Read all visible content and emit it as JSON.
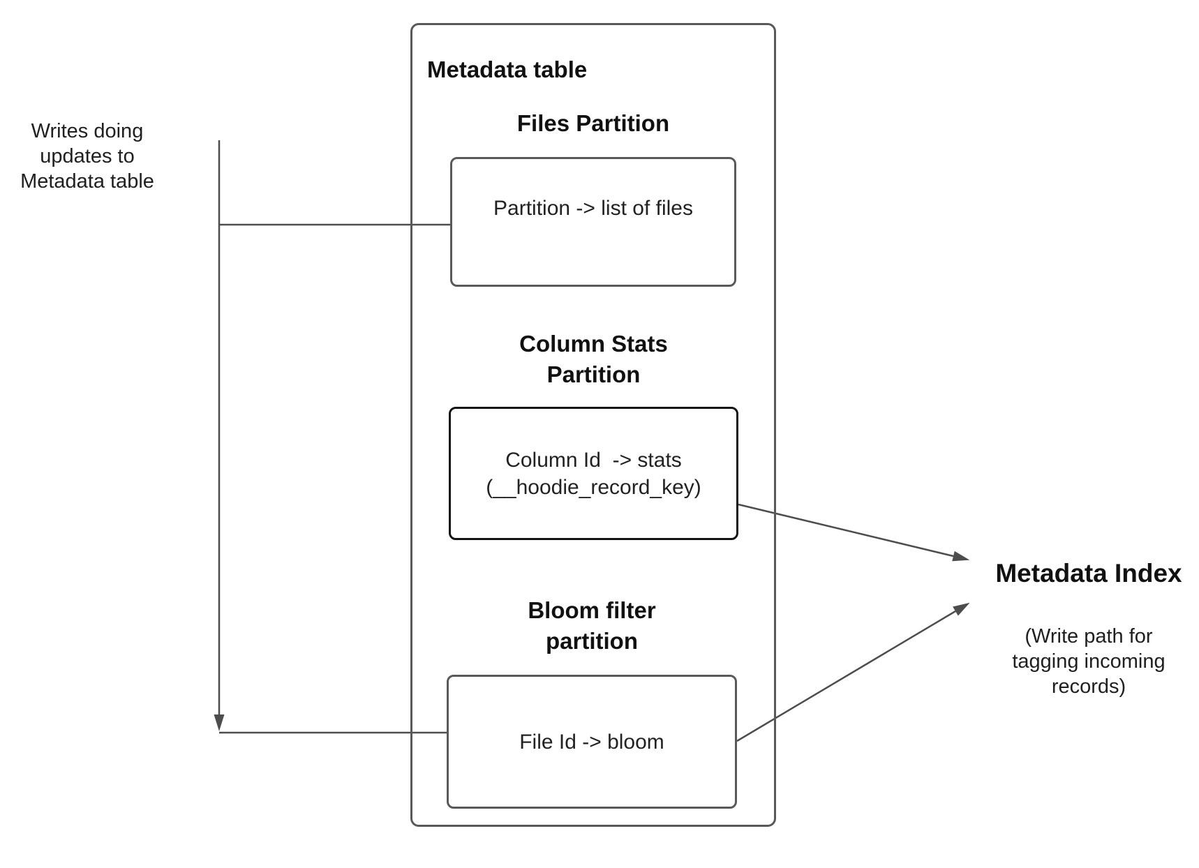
{
  "notes": {
    "writes_note": "Writes doing\nupdates to\nMetadata table"
  },
  "metadata_table": {
    "title": "Metadata table",
    "files_partition": {
      "heading": "Files Partition",
      "body": "Partition -> list of files"
    },
    "column_stats_partition": {
      "heading": "Column Stats\nPartition",
      "body": "Column Id  -> stats\n(__hoodie_record_key)"
    },
    "bloom_filter_partition": {
      "heading": "Bloom filter\npartition",
      "body": "File Id -> bloom"
    }
  },
  "metadata_index": {
    "title": "Metadata Index",
    "subtitle": "(Write path for\ntagging incoming\nrecords)"
  },
  "colors": {
    "connector_line": "#4d4d4d",
    "box_border": "#595959",
    "stats_box_border": "#141414",
    "text": "#1f1f1f"
  }
}
